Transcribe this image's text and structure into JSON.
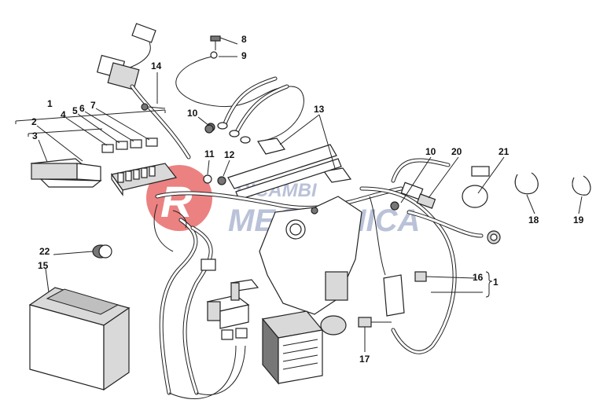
{
  "callouts": {
    "c1a": "1",
    "c1b": "1",
    "c2": "2",
    "c3": "3",
    "c4": "4",
    "c5": "5",
    "c6": "6",
    "c7": "7",
    "c8": "8",
    "c9": "9",
    "c10a": "10",
    "c10b": "10",
    "c11": "11",
    "c12": "12",
    "c13": "13",
    "c14": "14",
    "c15": "15",
    "c16": "16",
    "c17": "17",
    "c18": "18",
    "c19": "19",
    "c20": "20",
    "c21": "21",
    "c22": "22"
  },
  "watermark": {
    "line1": "RICAMBI",
    "line2": "MECCANICA",
    "color": "#e03a3a"
  }
}
